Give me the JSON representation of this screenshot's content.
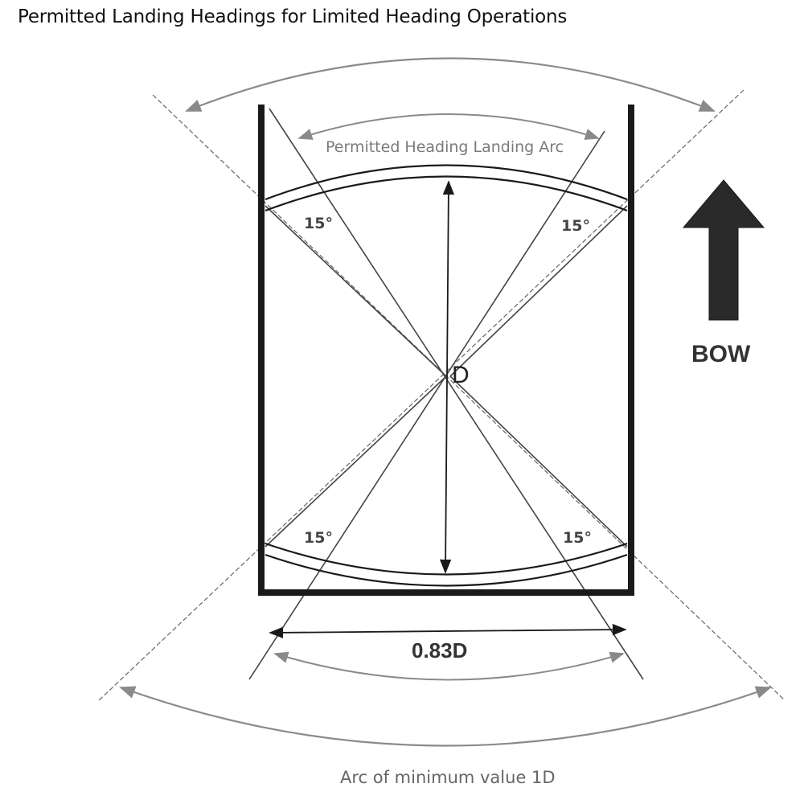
{
  "title": "Permitted Landing Headings for Limited Heading Operations",
  "labels": {
    "permitted_arc": "Permitted Heading Landing Arc",
    "angle_top_left": "15°",
    "angle_top_right": "15°",
    "angle_bottom_left": "15°",
    "angle_bottom_right": "15°",
    "center": "D",
    "width": "0.83D",
    "direction": "BOW",
    "min_arc": "Arc of minimum value 1D"
  },
  "icons": {
    "direction_arrow": "arrow-up-icon"
  },
  "colors": {
    "frame": "#1a1a1a",
    "lines": "#555555",
    "arc_arrows": "#8a8a8a"
  }
}
